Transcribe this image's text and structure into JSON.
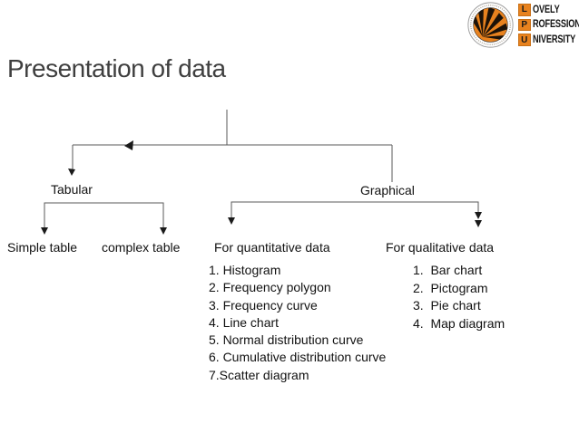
{
  "logo": {
    "letters": [
      "L",
      "P",
      "U"
    ],
    "words": [
      "OVELY",
      "ROFESSIONAL",
      "NIVERSITY"
    ],
    "accent_color": "#E8821E"
  },
  "title": "Presentation of data",
  "tree": {
    "root_children": {
      "tabular_label": "Tabular",
      "graphical_label": "Graphical"
    },
    "tabular_children": {
      "simple": "Simple table",
      "complex": "complex table"
    },
    "graphical_children": {
      "quantitative": "For quantitative data",
      "qualitative": "For qualitative data"
    },
    "quantitative_items": [
      "1. Histogram",
      "2. Frequency polygon",
      "3. Frequency curve",
      "4. Line chart",
      "5. Normal distribution curve",
      "6. Cumulative distribution curve",
      "7.Scatter diagram"
    ],
    "qualitative_items": [
      "1.  Bar chart",
      "2.  Pictogram",
      "3.  Pie chart",
      "4.  Map diagram"
    ]
  },
  "colors": {
    "line": "#5a5a5a",
    "arrow": "#1a1a1a",
    "title_text": "#3f3f3f",
    "body_text": "#111111"
  }
}
